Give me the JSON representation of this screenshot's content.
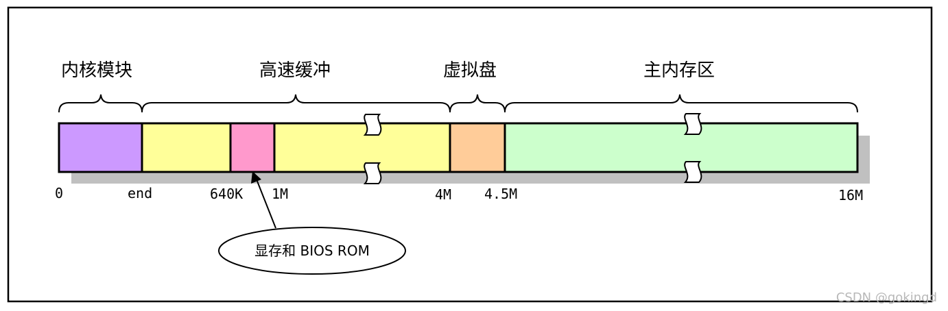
{
  "regions": {
    "kernel": "内核模块",
    "buffer": "高速缓冲",
    "ramdisk": "虚拟盘",
    "main_memory": "主内存区"
  },
  "addresses": {
    "zero": "0",
    "end": "end",
    "k640": "640K",
    "m1": "1M",
    "m4": "4M",
    "m4_5": "4.5M",
    "m16": "16M"
  },
  "callout": {
    "text": "显存和 BIOS ROM"
  },
  "colors": {
    "kernel": "#cc99ff",
    "buffer": "#ffff99",
    "bios": "#ff99cc",
    "ramdisk": "#ffcc99",
    "main_memory": "#ccffcc",
    "shadow": "#c0c0c0"
  },
  "watermark": "CSDN @gokingd"
}
